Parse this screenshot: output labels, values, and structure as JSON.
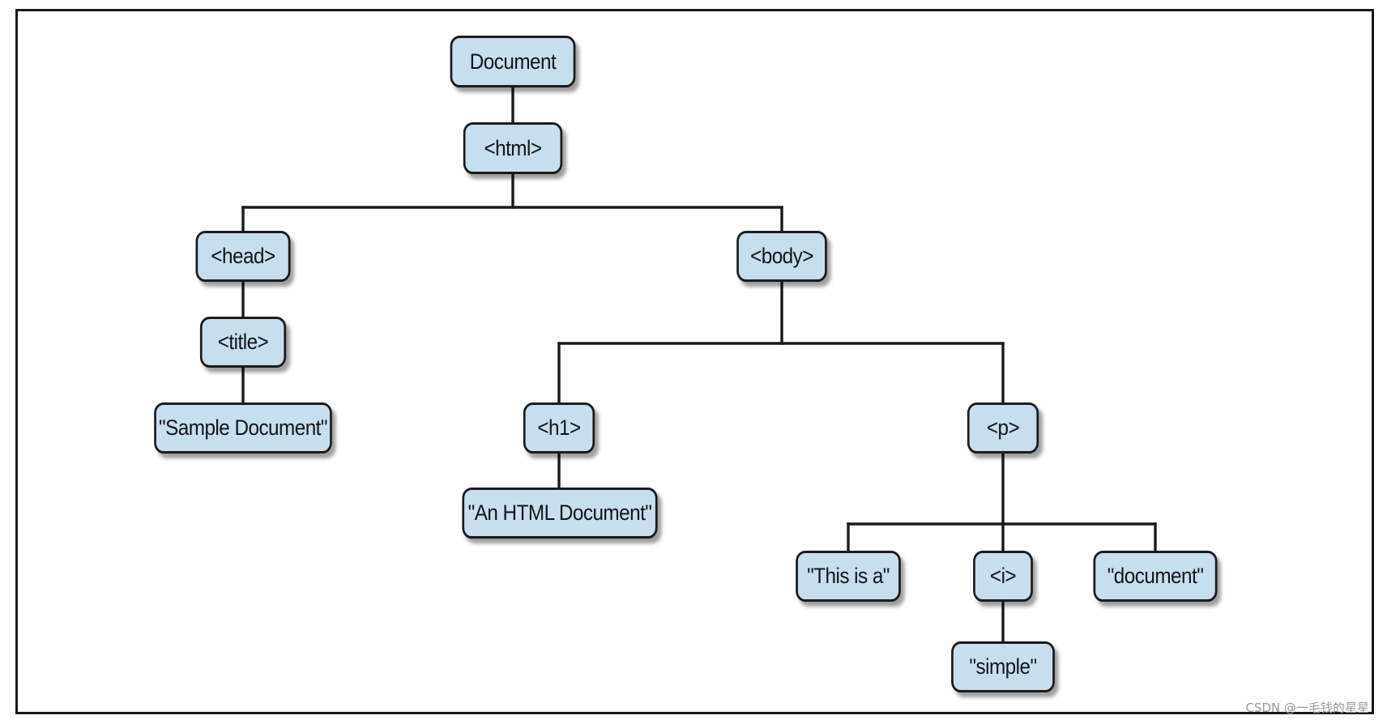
{
  "diagram": {
    "nodes": {
      "document": "Document",
      "html": "<html>",
      "head": "<head>",
      "title": "<title>",
      "title_text": "\"Sample Document\"",
      "body": "<body>",
      "h1": "<h1>",
      "h1_text": "\"An HTML Document\"",
      "p": "<p>",
      "text_this_is_a": "\"This is a\"",
      "i": "<i>",
      "text_simple": "\"simple\"",
      "text_document": "\"document\""
    },
    "edges": [
      [
        "document",
        "html"
      ],
      [
        "html",
        "head"
      ],
      [
        "html",
        "body"
      ],
      [
        "head",
        "title"
      ],
      [
        "title",
        "title_text"
      ],
      [
        "body",
        "h1"
      ],
      [
        "body",
        "p"
      ],
      [
        "h1",
        "h1_text"
      ],
      [
        "p",
        "text_this_is_a"
      ],
      [
        "p",
        "i"
      ],
      [
        "p",
        "text_document"
      ],
      [
        "i",
        "text_simple"
      ]
    ]
  },
  "watermark": "CSDN @一毛钱的星星"
}
